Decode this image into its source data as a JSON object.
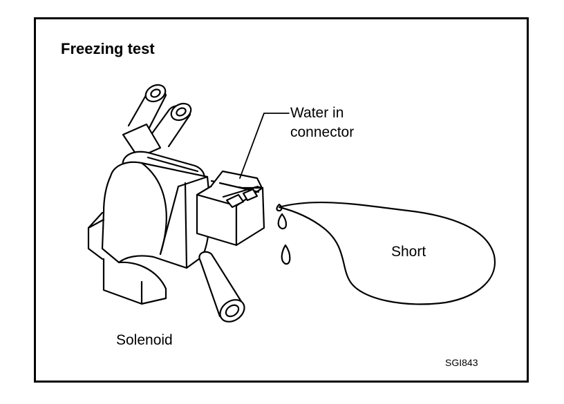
{
  "diagram": {
    "title": "Freezing test",
    "labels": {
      "connector_line1": "Water in",
      "connector_line2": "connector",
      "short": "Short",
      "solenoid": "Solenoid"
    },
    "figure_code": "SGI843"
  },
  "colors": {
    "line": "#000000",
    "background": "#ffffff"
  }
}
